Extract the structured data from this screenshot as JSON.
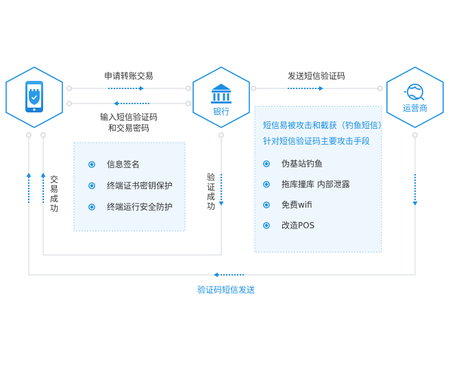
{
  "nodes": {
    "phone": {
      "icon": "phone-shield-icon"
    },
    "bank": {
      "label": "银行",
      "icon": "bank-icon"
    },
    "carrier": {
      "label": "运营商",
      "icon": "globe-icon"
    }
  },
  "arrows": {
    "apply_transfer": "申请转账交易",
    "input_code_line1": "输入短信验证码",
    "input_code_line2": "和交易密码",
    "send_sms_code": "发送短信验证码",
    "tx_success": "交易成功",
    "verify_success": "验证成功",
    "sms_code_send": "验证码短信发送"
  },
  "security_panel": {
    "items": [
      "信息签名",
      "终端证书密钥保护",
      "终端运行安全防护"
    ]
  },
  "attack_panel": {
    "title_line1": "短信易被攻击和截获（钓鱼短信）",
    "title_line2": "针对短信验证码主要攻击手段",
    "items": [
      "伪基站钓鱼",
      "拖库撞库 内部泄露",
      "免费wifi",
      "改造POS"
    ]
  },
  "colors": {
    "accent": "#1a8fe3",
    "line": "#cfd4d9",
    "panel_bg": "#eef7fd",
    "panel_border": "#9fd0f2"
  }
}
